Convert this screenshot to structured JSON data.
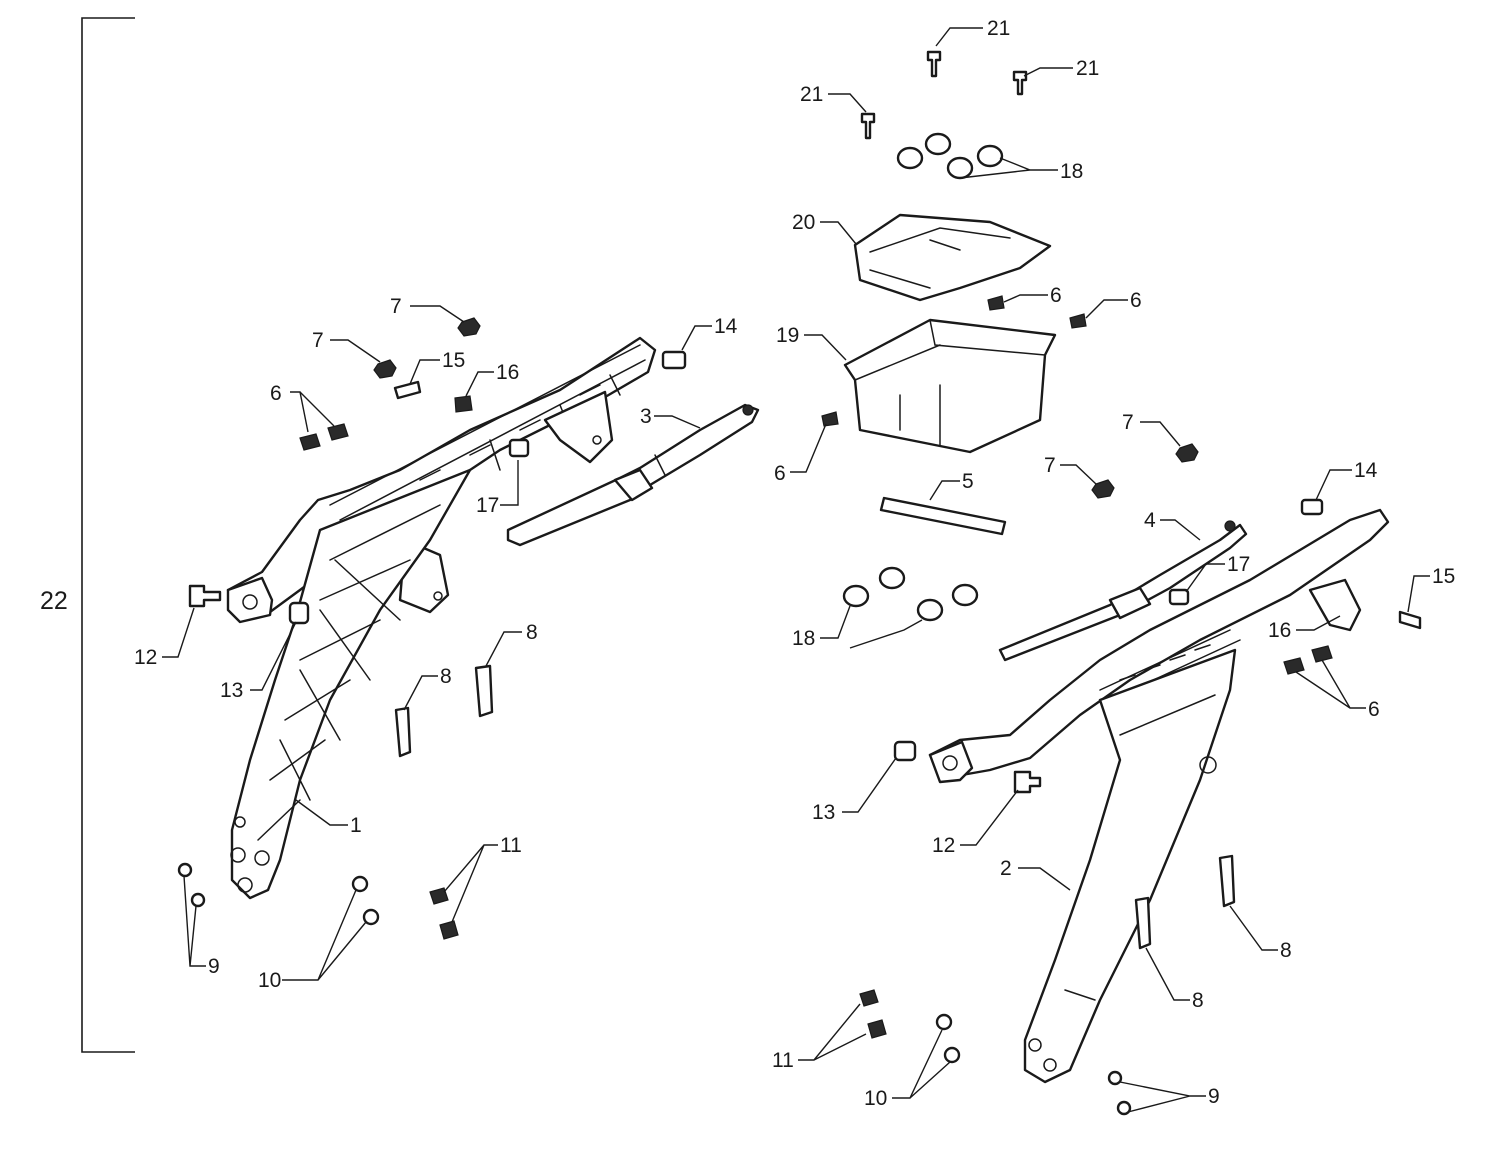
{
  "diagram": {
    "callouts": [
      {
        "id": "c22",
        "label": "22"
      },
      {
        "id": "c21a",
        "label": "21"
      },
      {
        "id": "c21b",
        "label": "21"
      },
      {
        "id": "c21c",
        "label": "21"
      },
      {
        "id": "c18a",
        "label": "18"
      },
      {
        "id": "c18b",
        "label": "18"
      },
      {
        "id": "c20",
        "label": "20"
      },
      {
        "id": "c19",
        "label": "19"
      },
      {
        "id": "c6a",
        "label": "6"
      },
      {
        "id": "c6b",
        "label": "6"
      },
      {
        "id": "c6c",
        "label": "6"
      },
      {
        "id": "c6d",
        "label": "6"
      },
      {
        "id": "c6e",
        "label": "6"
      },
      {
        "id": "c7a",
        "label": "7"
      },
      {
        "id": "c7b",
        "label": "7"
      },
      {
        "id": "c7c",
        "label": "7"
      },
      {
        "id": "c7d",
        "label": "7"
      },
      {
        "id": "c15a",
        "label": "15"
      },
      {
        "id": "c15b",
        "label": "15"
      },
      {
        "id": "c16a",
        "label": "16"
      },
      {
        "id": "c16b",
        "label": "16"
      },
      {
        "id": "c14a",
        "label": "14"
      },
      {
        "id": "c14b",
        "label": "14"
      },
      {
        "id": "c3",
        "label": "3"
      },
      {
        "id": "c4",
        "label": "4"
      },
      {
        "id": "c5",
        "label": "5"
      },
      {
        "id": "c17a",
        "label": "17"
      },
      {
        "id": "c17b",
        "label": "17"
      },
      {
        "id": "c12a",
        "label": "12"
      },
      {
        "id": "c12b",
        "label": "12"
      },
      {
        "id": "c13a",
        "label": "13"
      },
      {
        "id": "c13b",
        "label": "13"
      },
      {
        "id": "c8a",
        "label": "8"
      },
      {
        "id": "c8b",
        "label": "8"
      },
      {
        "id": "c8c",
        "label": "8"
      },
      {
        "id": "c8d",
        "label": "8"
      },
      {
        "id": "c1",
        "label": "1"
      },
      {
        "id": "c2",
        "label": "2"
      },
      {
        "id": "c9a",
        "label": "9"
      },
      {
        "id": "c9b",
        "label": "9"
      },
      {
        "id": "c10a",
        "label": "10"
      },
      {
        "id": "c10b",
        "label": "10"
      },
      {
        "id": "c11a",
        "label": "11"
      },
      {
        "id": "c11b",
        "label": "11"
      }
    ]
  }
}
